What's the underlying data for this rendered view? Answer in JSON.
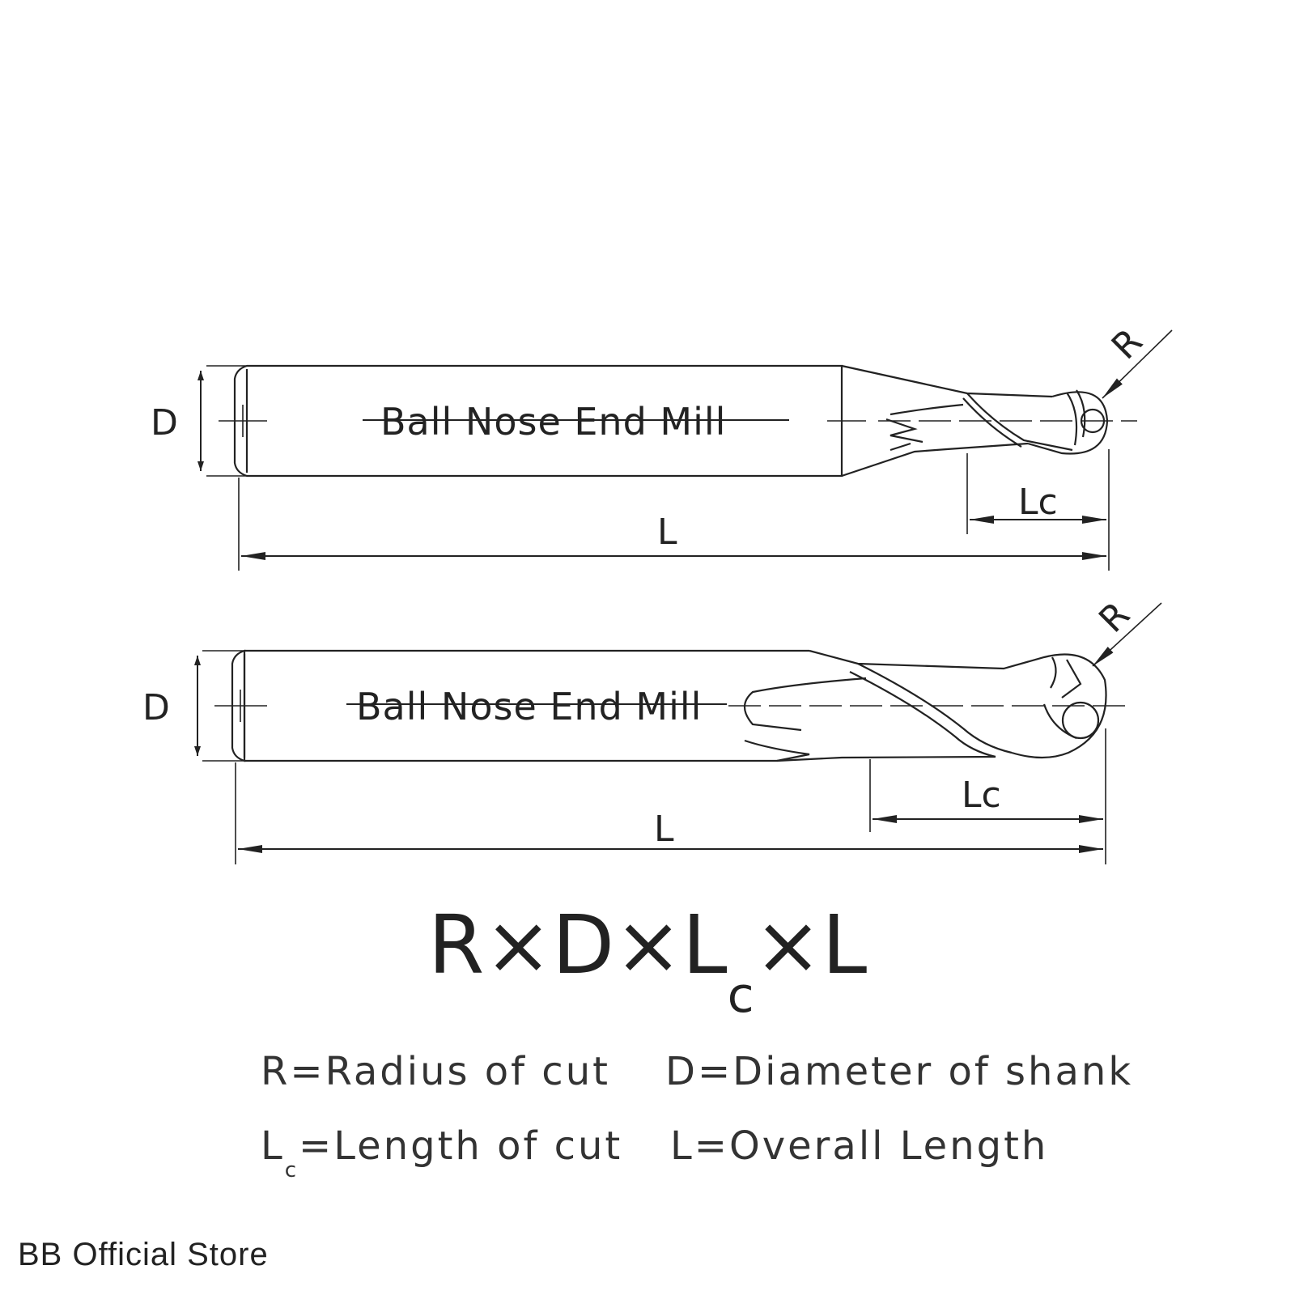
{
  "diagram": {
    "labels": {
      "diameter": "D",
      "length": "L",
      "length_of_cut": "Lc",
      "radius": "R"
    },
    "tool_label": "Ball Nose End Mill"
  },
  "formula": {
    "r": "R",
    "times1": "×",
    "d": "D",
    "times2": "×",
    "l": "L",
    "sub_c": "c",
    "times3": "×",
    "l2": "L"
  },
  "legend": {
    "r_def": "R=Radius of cut",
    "d_def": "D=Diameter of shank",
    "lc_prefix": "L",
    "lc_sub": "c",
    "lc_def": "=Length of cut",
    "l_def": "L=Overall Length"
  },
  "store_name": "BB Official Store"
}
